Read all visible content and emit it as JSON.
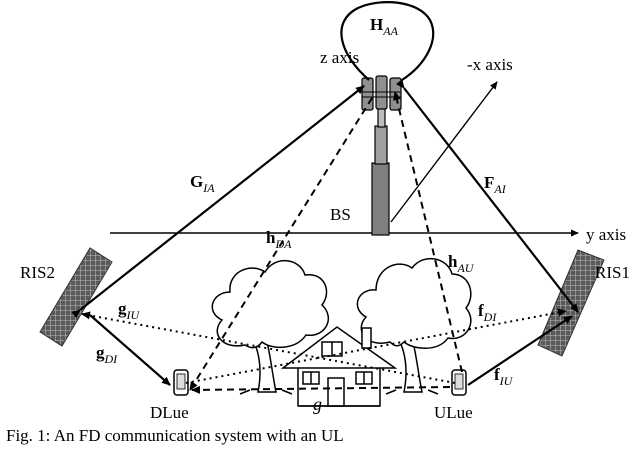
{
  "axes": {
    "z_label": "z axis",
    "x_label": "-x axis",
    "y_label": "y axis"
  },
  "nodes": {
    "bs": "BS",
    "ris1": "RIS1",
    "ris2": "RIS2",
    "dlue": "DLue",
    "ulue": "ULue"
  },
  "channels": {
    "haa": {
      "base": "H",
      "sub": "AA"
    },
    "gia": {
      "base": "G",
      "sub": "IA"
    },
    "fai": {
      "base": "F",
      "sub": "AI"
    },
    "hda": {
      "base": "h",
      "sub": "DA"
    },
    "hau": {
      "base": "h",
      "sub": "AU"
    },
    "giu": {
      "base": "g",
      "sub": "IU"
    },
    "fdi": {
      "base": "f",
      "sub": "DI"
    },
    "gdi": {
      "base": "g",
      "sub": "DI"
    },
    "fiu": {
      "base": "f",
      "sub": "IU"
    },
    "g": {
      "base": "g"
    }
  },
  "caption": "Fig. 1:  An FD communication system with an UL"
}
